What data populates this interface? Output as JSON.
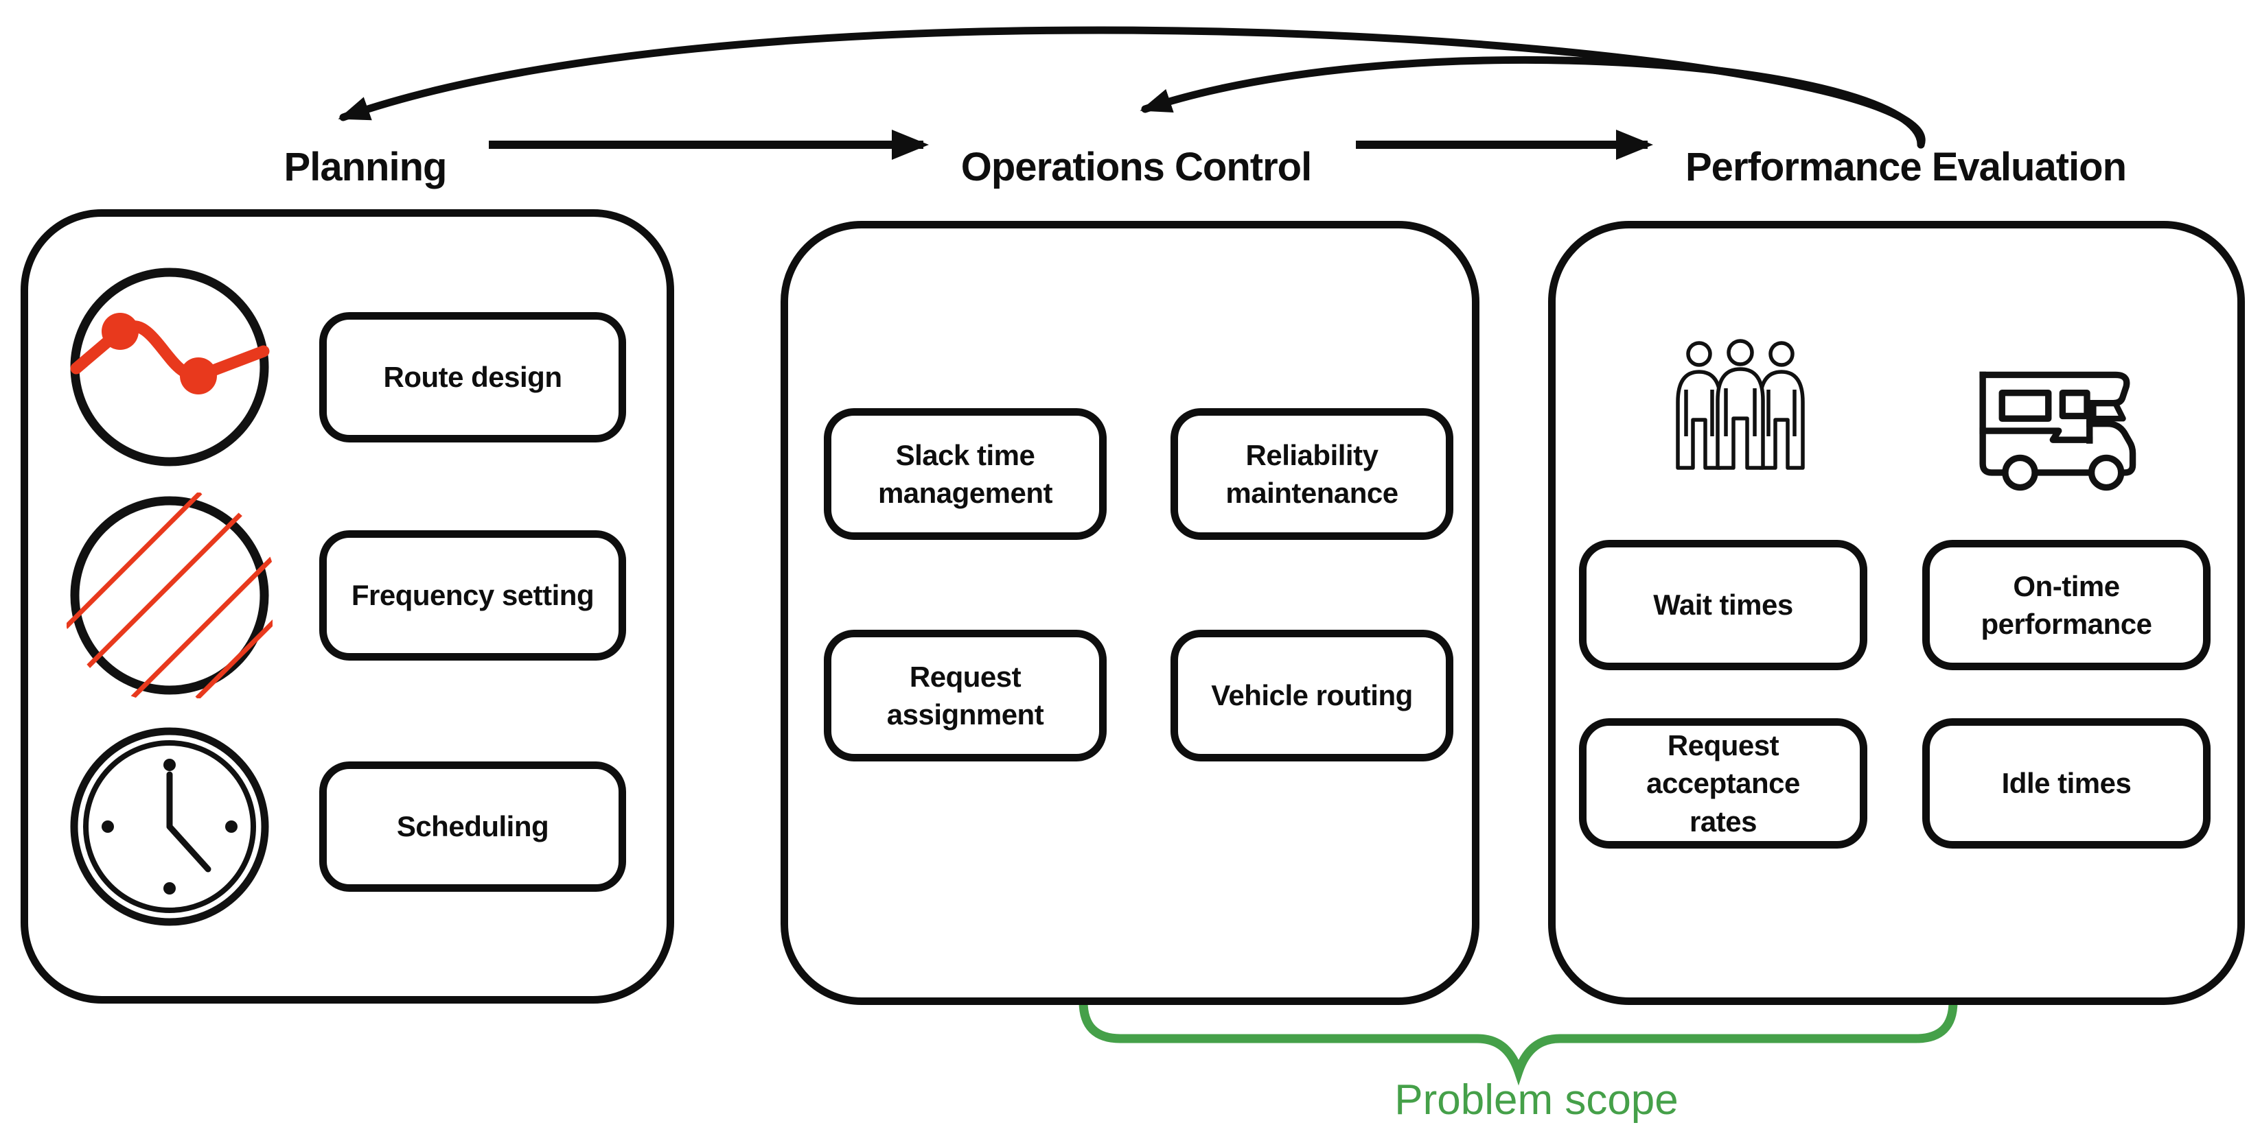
{
  "colors": {
    "ink": "#0e0e0e",
    "accent_red": "#E8391D",
    "accent_green": "#45A049",
    "background": "#ffffff"
  },
  "phases": [
    {
      "title": "Planning",
      "items": [
        "Route design",
        "Frequency setting",
        "Scheduling"
      ]
    },
    {
      "title": "Operations Control",
      "items": [
        "Slack time\nmanagement",
        "Reliability\nmaintenance",
        "Request\nassignment",
        "Vehicle routing"
      ]
    },
    {
      "title": "Performance Evaluation",
      "items": [
        "Wait times",
        "On-time\nperformance",
        "Request\nacceptance\nrates",
        "Idle times"
      ]
    }
  ],
  "icons": {
    "planning": [
      "route-chart-icon",
      "hatched-circle-icon",
      "clock-icon"
    ],
    "performance": [
      "passengers-icon",
      "camper-van-icon"
    ]
  },
  "scope_label": "Problem scope"
}
